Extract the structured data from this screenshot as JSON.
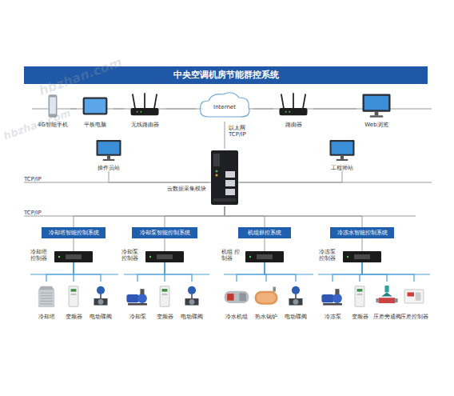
{
  "diagram": {
    "title": "中央空调机房节能群控系统",
    "nodes": [
      {
        "text": [
          "4G智能手机"
        ]
      },
      {
        "text": [
          "平板电脑"
        ]
      },
      {
        "text": [
          "无线路由器"
        ]
      },
      {
        "text": [
          "Internet"
        ]
      },
      {
        "text": [
          "路由器"
        ]
      },
      {
        "text": [
          "Web浏览"
        ]
      },
      {
        "text": [
          "操作员站"
        ]
      },
      {
        "text": [
          "工程师站"
        ]
      },
      {
        "text": [
          "云数据采集模块"
        ]
      },
      {
        "text": [
          "冷却塔智能控制系统"
        ]
      },
      {
        "text": [
          "冷却泵智能控制系统"
        ]
      },
      {
        "text": [
          "机组群控系统"
        ]
      },
      {
        "text": [
          "冷冻水智能控制系统"
        ]
      },
      {
        "text": [
          "冷却塔 控制器"
        ]
      },
      {
        "text": [
          "冷却泵 控制器"
        ]
      },
      {
        "text": [
          "机组 控制器"
        ]
      },
      {
        "text": [
          "冷冻泵 控制器"
        ]
      },
      {
        "text": [
          "冷却塔"
        ]
      },
      {
        "text": [
          "变频器"
        ]
      },
      {
        "text": [
          "电动碟阀"
        ]
      },
      {
        "text": [
          "冷却泵"
        ]
      },
      {
        "text": [
          "变频器"
        ]
      },
      {
        "text": [
          "电动碟阀"
        ]
      },
      {
        "text": [
          "冷水机组"
        ]
      },
      {
        "text": [
          "热水锅炉"
        ]
      },
      {
        "text": [
          "电动碟阀"
        ]
      },
      {
        "text": [
          "冷冻泵"
        ]
      },
      {
        "text": [
          "变频器"
        ]
      },
      {
        "text": [
          "压差旁通阀"
        ]
      },
      {
        "text": [
          "压差控制器"
        ]
      }
    ],
    "edges": [
      {
        "from": 0,
        "to": 1,
        "arrow": "none"
      },
      {
        "from": 1,
        "to": 2,
        "arrow": "none"
      },
      {
        "from": 2,
        "to": 3,
        "arrow": "none"
      },
      {
        "from": 3,
        "to": 4,
        "arrow": "none"
      },
      {
        "from": 4,
        "to": 5,
        "arrow": "none"
      },
      {
        "from": 3,
        "to": 8,
        "label": "以太网 TCP/IP",
        "arrow": "none"
      },
      {
        "from": 8,
        "to": 6,
        "arrow": "none"
      },
      {
        "from": 8,
        "to": 7,
        "arrow": "none"
      },
      {
        "from": 8,
        "to": 9,
        "arrow": "none"
      },
      {
        "from": 8,
        "to": 10,
        "arrow": "none"
      },
      {
        "from": 8,
        "to": 11,
        "arrow": "none"
      },
      {
        "from": 8,
        "to": 12,
        "arrow": "none"
      },
      {
        "from": 9,
        "to": 13,
        "arrow": "none"
      },
      {
        "from": 10,
        "to": 14,
        "arrow": "none"
      },
      {
        "from": 11,
        "to": 15,
        "arrow": "none"
      },
      {
        "from": 12,
        "to": 16,
        "arrow": "none"
      },
      {
        "from": 13,
        "to": 17,
        "arrow": "none"
      },
      {
        "from": 13,
        "to": 18,
        "arrow": "none"
      },
      {
        "from": 13,
        "to": 19,
        "arrow": "none"
      },
      {
        "from": 14,
        "to": 20,
        "arrow": "none"
      },
      {
        "from": 14,
        "to": 21,
        "arrow": "none"
      },
      {
        "from": 14,
        "to": 22,
        "arrow": "none"
      },
      {
        "from": 15,
        "to": 23,
        "arrow": "none"
      },
      {
        "from": 15,
        "to": 24,
        "arrow": "none"
      },
      {
        "from": 15,
        "to": 25,
        "arrow": "none"
      },
      {
        "from": 16,
        "to": 26,
        "arrow": "none"
      },
      {
        "from": 16,
        "to": 27,
        "arrow": "none"
      },
      {
        "from": 16,
        "to": 28,
        "arrow": "none"
      },
      {
        "from": 16,
        "to": 29,
        "arrow": "none"
      }
    ],
    "labels": [
      "TCP/IP",
      "TCP/IP",
      "hbzhan.com",
      "hbzhan.com"
    ]
  }
}
